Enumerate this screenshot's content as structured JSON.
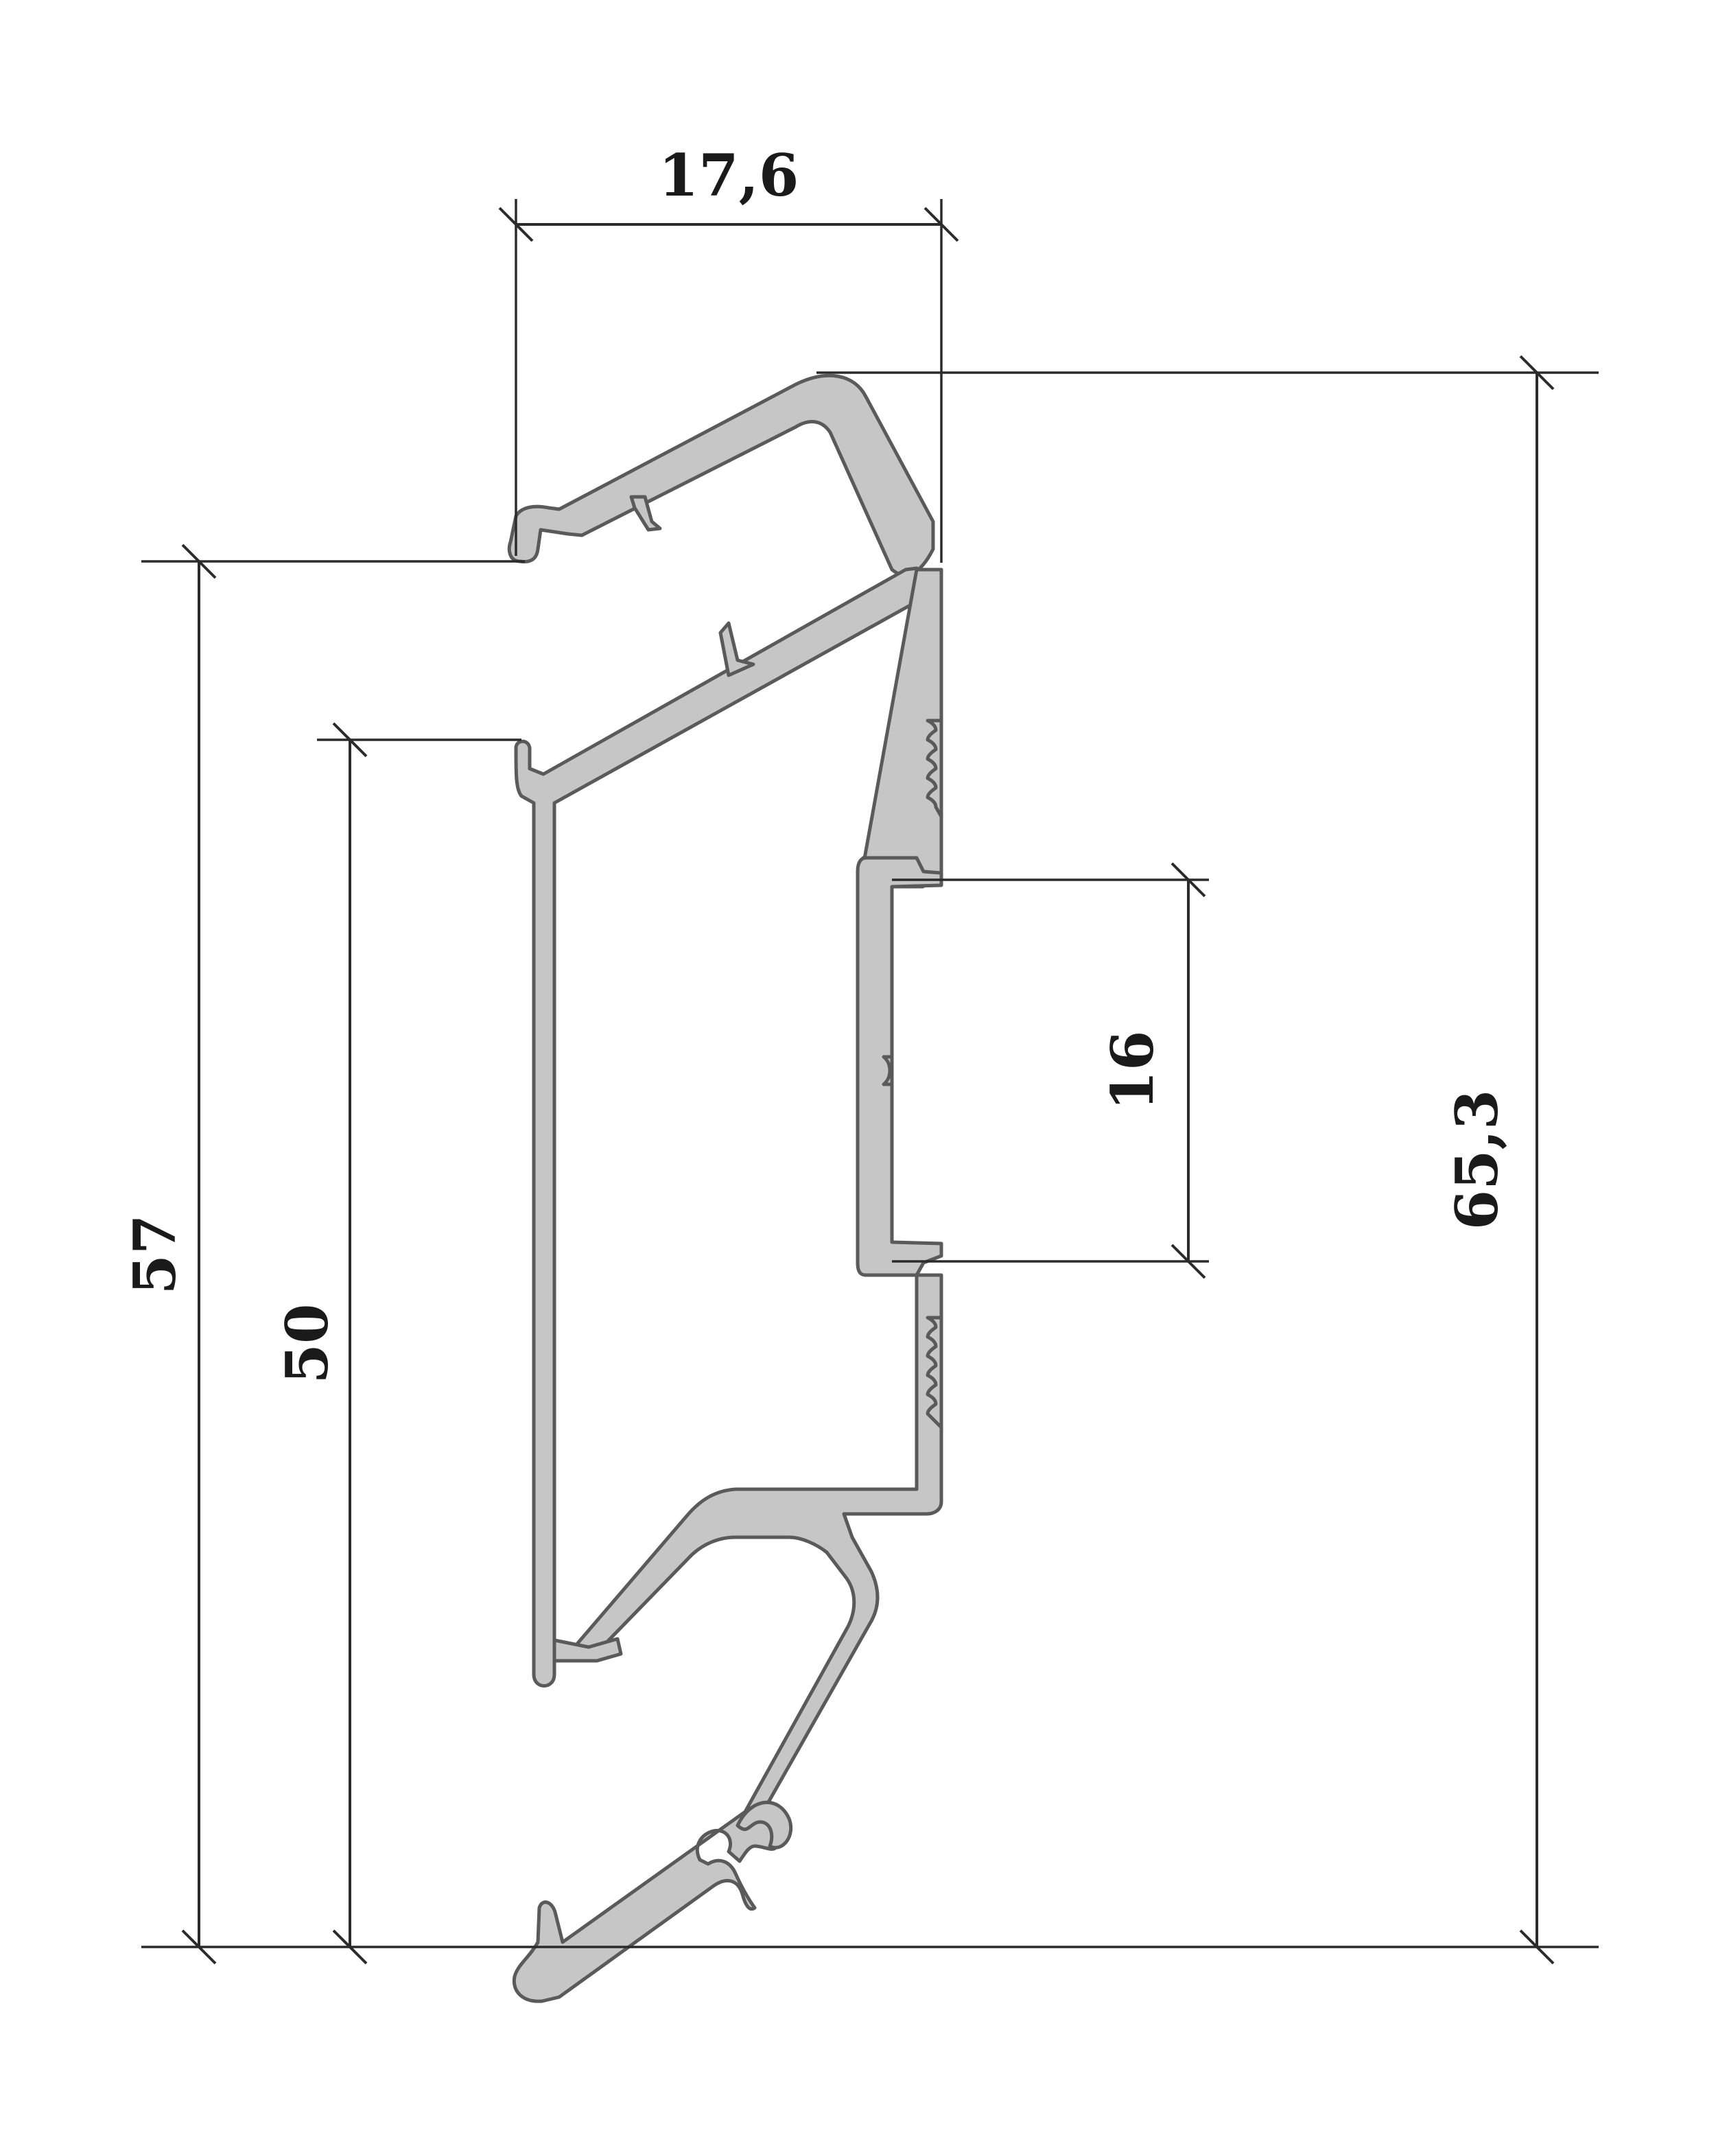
{
  "dimensions": {
    "top_width": "17,6",
    "total_height": "65,3",
    "left_height": "57",
    "inner_height": "50",
    "channel_height": "16"
  },
  "colors": {
    "profile_fill": "#c6c6c6",
    "profile_stroke": "#5a5a5a",
    "dimension_lines": "#2b2b2b"
  }
}
